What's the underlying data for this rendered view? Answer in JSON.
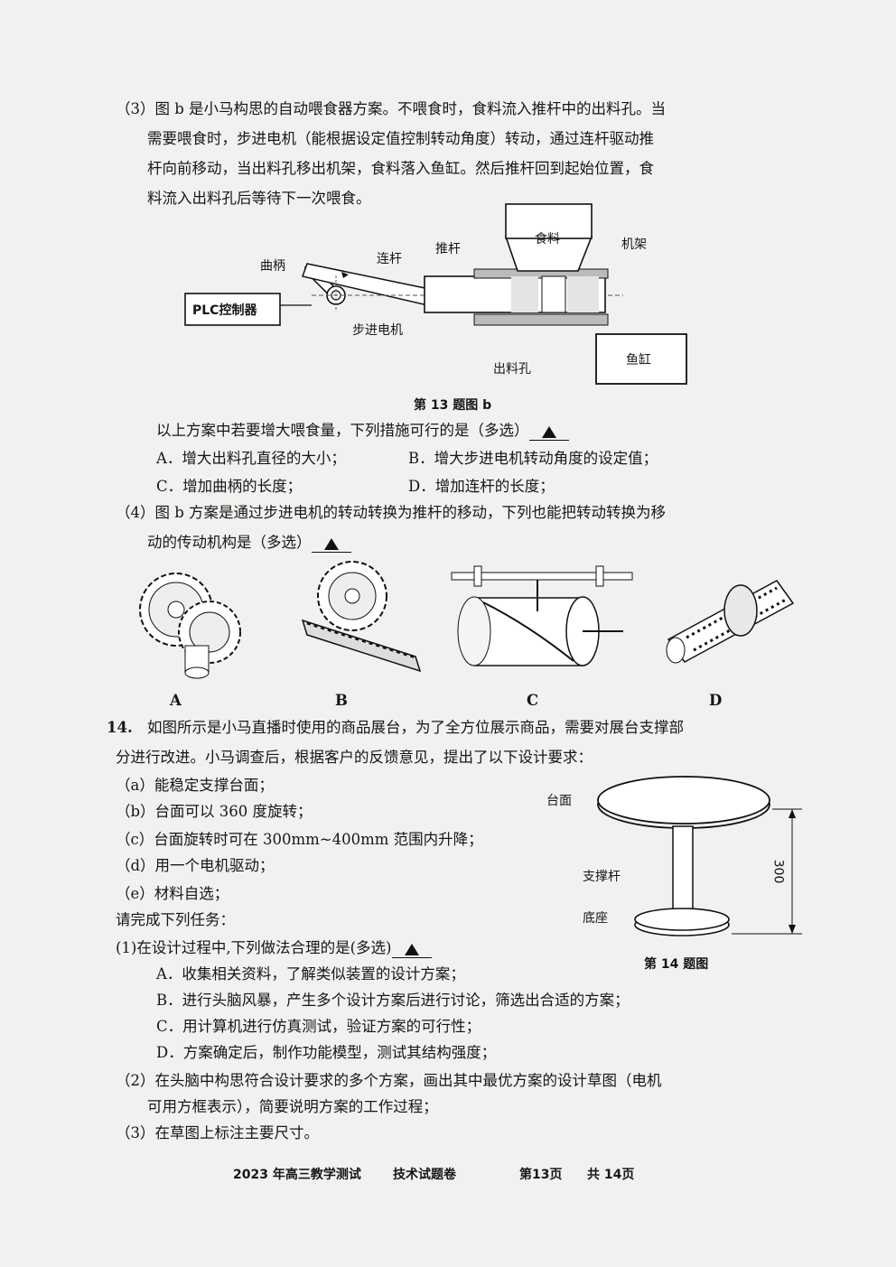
{
  "q13": {
    "p3_l1": "（3）图 b 是小马构思的自动喂食器方案。不喂食时，食料流入推杆中的出料孔。当",
    "p3_l2": "需要喂食时，步进电机（能根据设定值控制转动角度）转动，通过连杆驱动推",
    "p3_l3": "杆向前移动，当出料孔移出机架，食料落入鱼缸。然后推杆回到起始位置，食",
    "p3_l4": "料流入出料孔后等待下一次喂食。",
    "fig_labels": {
      "crank": "曲柄",
      "link": "连杆",
      "pushrod": "推杆",
      "feed": "食料",
      "frame": "机架",
      "plc": "PLC控制器",
      "motor": "步进电机",
      "hole": "出料孔",
      "tank": "鱼缸"
    },
    "fig_caption": "第 13 题图 b",
    "q_intro": "以上方案中若要增大喂食量，下列措施可行的是（多选）",
    "opt_a": "A．增大出料孔直径的大小；",
    "opt_b": "B．增大步进电机转动角度的设定值；",
    "opt_c": "C．增加曲柄的长度；",
    "opt_d": "D．增加连杆的长度；",
    "p4_l1": "（4）图 b 方案是通过步进电机的转动转换为推杆的移动，下列也能把转动转换为移",
    "p4_l2": "动的传动机构是（多选）",
    "mech_labels": [
      "A",
      "B",
      "C",
      "D"
    ]
  },
  "q14": {
    "num": "14.",
    "l1": "如图所示是小马直播时使用的商品展台，为了全方位展示商品，需要对展台支撑部",
    "l2": "分进行改进。小马调查后，根据客户的反馈意见，提出了以下设计要求：",
    "req_a": "（a）能稳定支撑台面；",
    "req_b": "（b）台面可以 360 度旋转；",
    "req_c": "（c）台面旋转时可在 300mm~400mm 范围内升降；",
    "req_d": "（d）用一个电机驱动；",
    "req_e": "（e）材料自选；",
    "task_intro": "请完成下列任务：",
    "t1": "(1)在设计过程中,下列做法合理的是(多选)",
    "t1_a": "A．收集相关资料，了解类似装置的设计方案；",
    "t1_b": "B．进行头脑风暴，产生多个设计方案后进行讨论，筛选出合适的方案；",
    "t1_c": "C．用计算机进行仿真测试，验证方案的可行性；",
    "t1_d": "D．方案确定后，制作功能模型，测试其结构强度；",
    "t2_l1": "（2）在头脑中构思符合设计要求的多个方案，画出其中最优方案的设计草图（电机",
    "t2_l2": "可用方框表示），简要说明方案的工作过程；",
    "t3": "（3）在草图上标注主要尺寸。",
    "fig": {
      "top": "台面",
      "rod": "支撑杆",
      "base": "底座",
      "dim": "300",
      "caption": "第 14 题图"
    }
  },
  "footer": {
    "exam": "2023 年高三教学测试",
    "paper": "技术试题卷",
    "page": "第13页",
    "total": "共 14页"
  }
}
